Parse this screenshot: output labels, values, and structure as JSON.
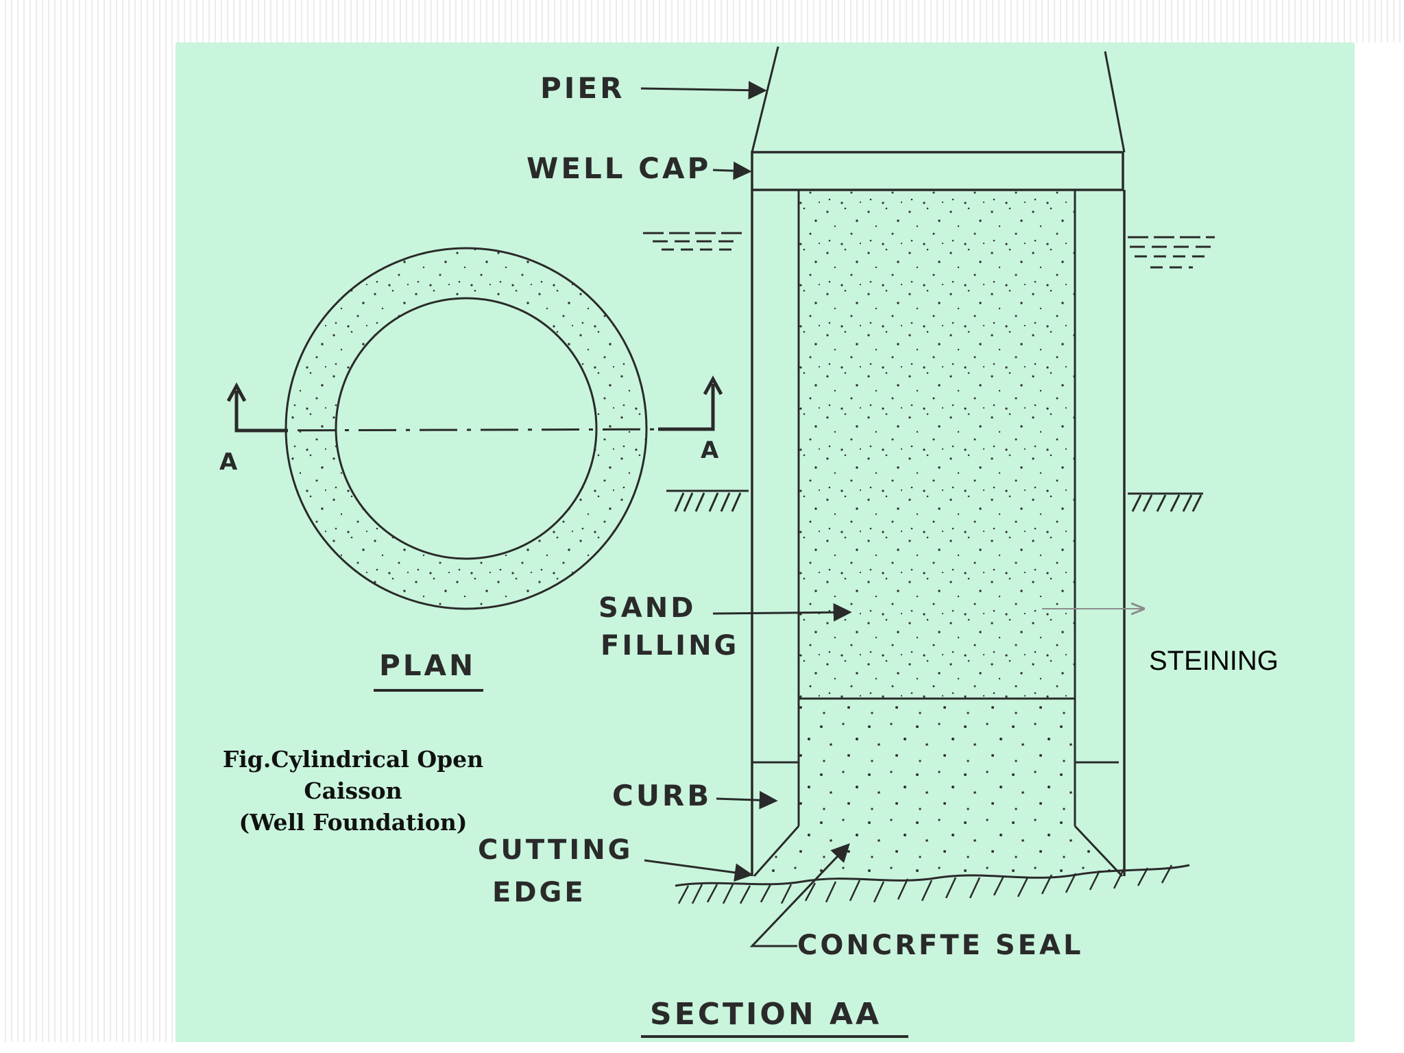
{
  "colors": {
    "canvas": "#c9f5dd",
    "ink": "#2a2a2a",
    "arrow_gray": "#8c8c8c"
  },
  "labels": {
    "pier": "PIER",
    "well_cap": "WELL CAP",
    "plan": "PLAN",
    "section_marker": "A",
    "sand": "SAND",
    "filling": "FILLING",
    "curb": "CURB",
    "cutting": "CUTTING",
    "edge": "EDGE",
    "concrete_seal": "CONCRFTE SEAL",
    "section_title": "SECTION AA",
    "steining": "STEINING"
  },
  "caption": {
    "line1": "Fig.Cylindrical Open Caisson",
    "line2": "(Well Foundation)"
  }
}
